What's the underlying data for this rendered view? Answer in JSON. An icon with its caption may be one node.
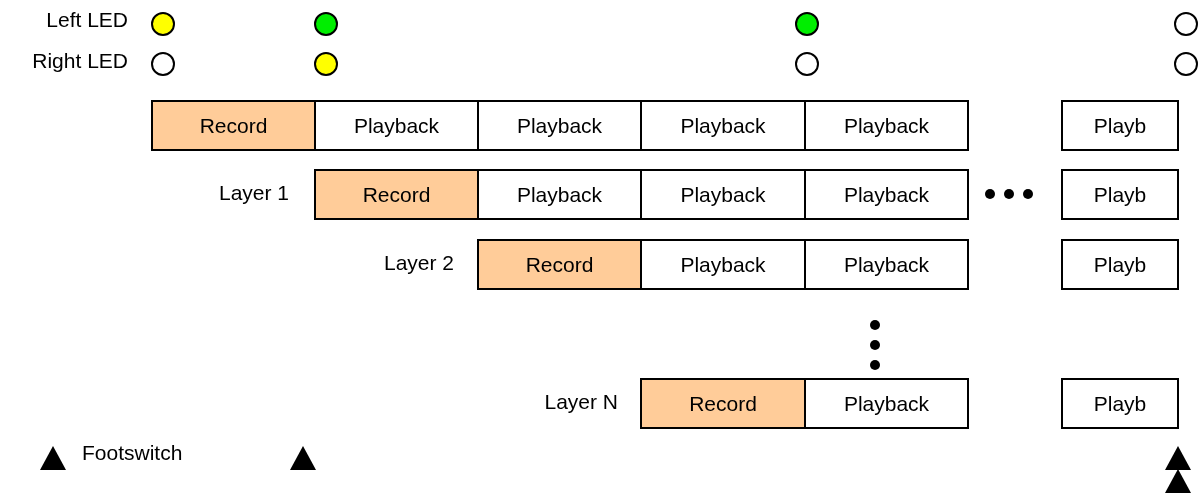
{
  "diagram": {
    "nodes": [
      {
        "text": [
          "Record"
        ]
      },
      {
        "text": [
          "Playback"
        ]
      },
      {
        "text": [
          "Playback"
        ]
      },
      {
        "text": [
          "Playback"
        ]
      },
      {
        "text": [
          "Playback"
        ]
      },
      {
        "text": [
          "Playb"
        ]
      },
      {
        "text": [
          "Record"
        ]
      },
      {
        "text": [
          "Playback"
        ]
      },
      {
        "text": [
          "Playback"
        ]
      },
      {
        "text": [
          "Playback"
        ]
      },
      {
        "text": [
          "Playb"
        ]
      },
      {
        "text": [
          "Record"
        ]
      },
      {
        "text": [
          "Playback"
        ]
      },
      {
        "text": [
          "Playback"
        ]
      },
      {
        "text": [
          "Playb"
        ]
      },
      {
        "text": [
          "Record"
        ]
      },
      {
        "text": [
          "Playback"
        ]
      },
      {
        "text": [
          "Playb"
        ]
      }
    ],
    "labels": [
      "Left LED",
      "Right LED",
      "Layer 1",
      "Layer 2",
      "Layer N",
      "Footswitch"
    ]
  }
}
